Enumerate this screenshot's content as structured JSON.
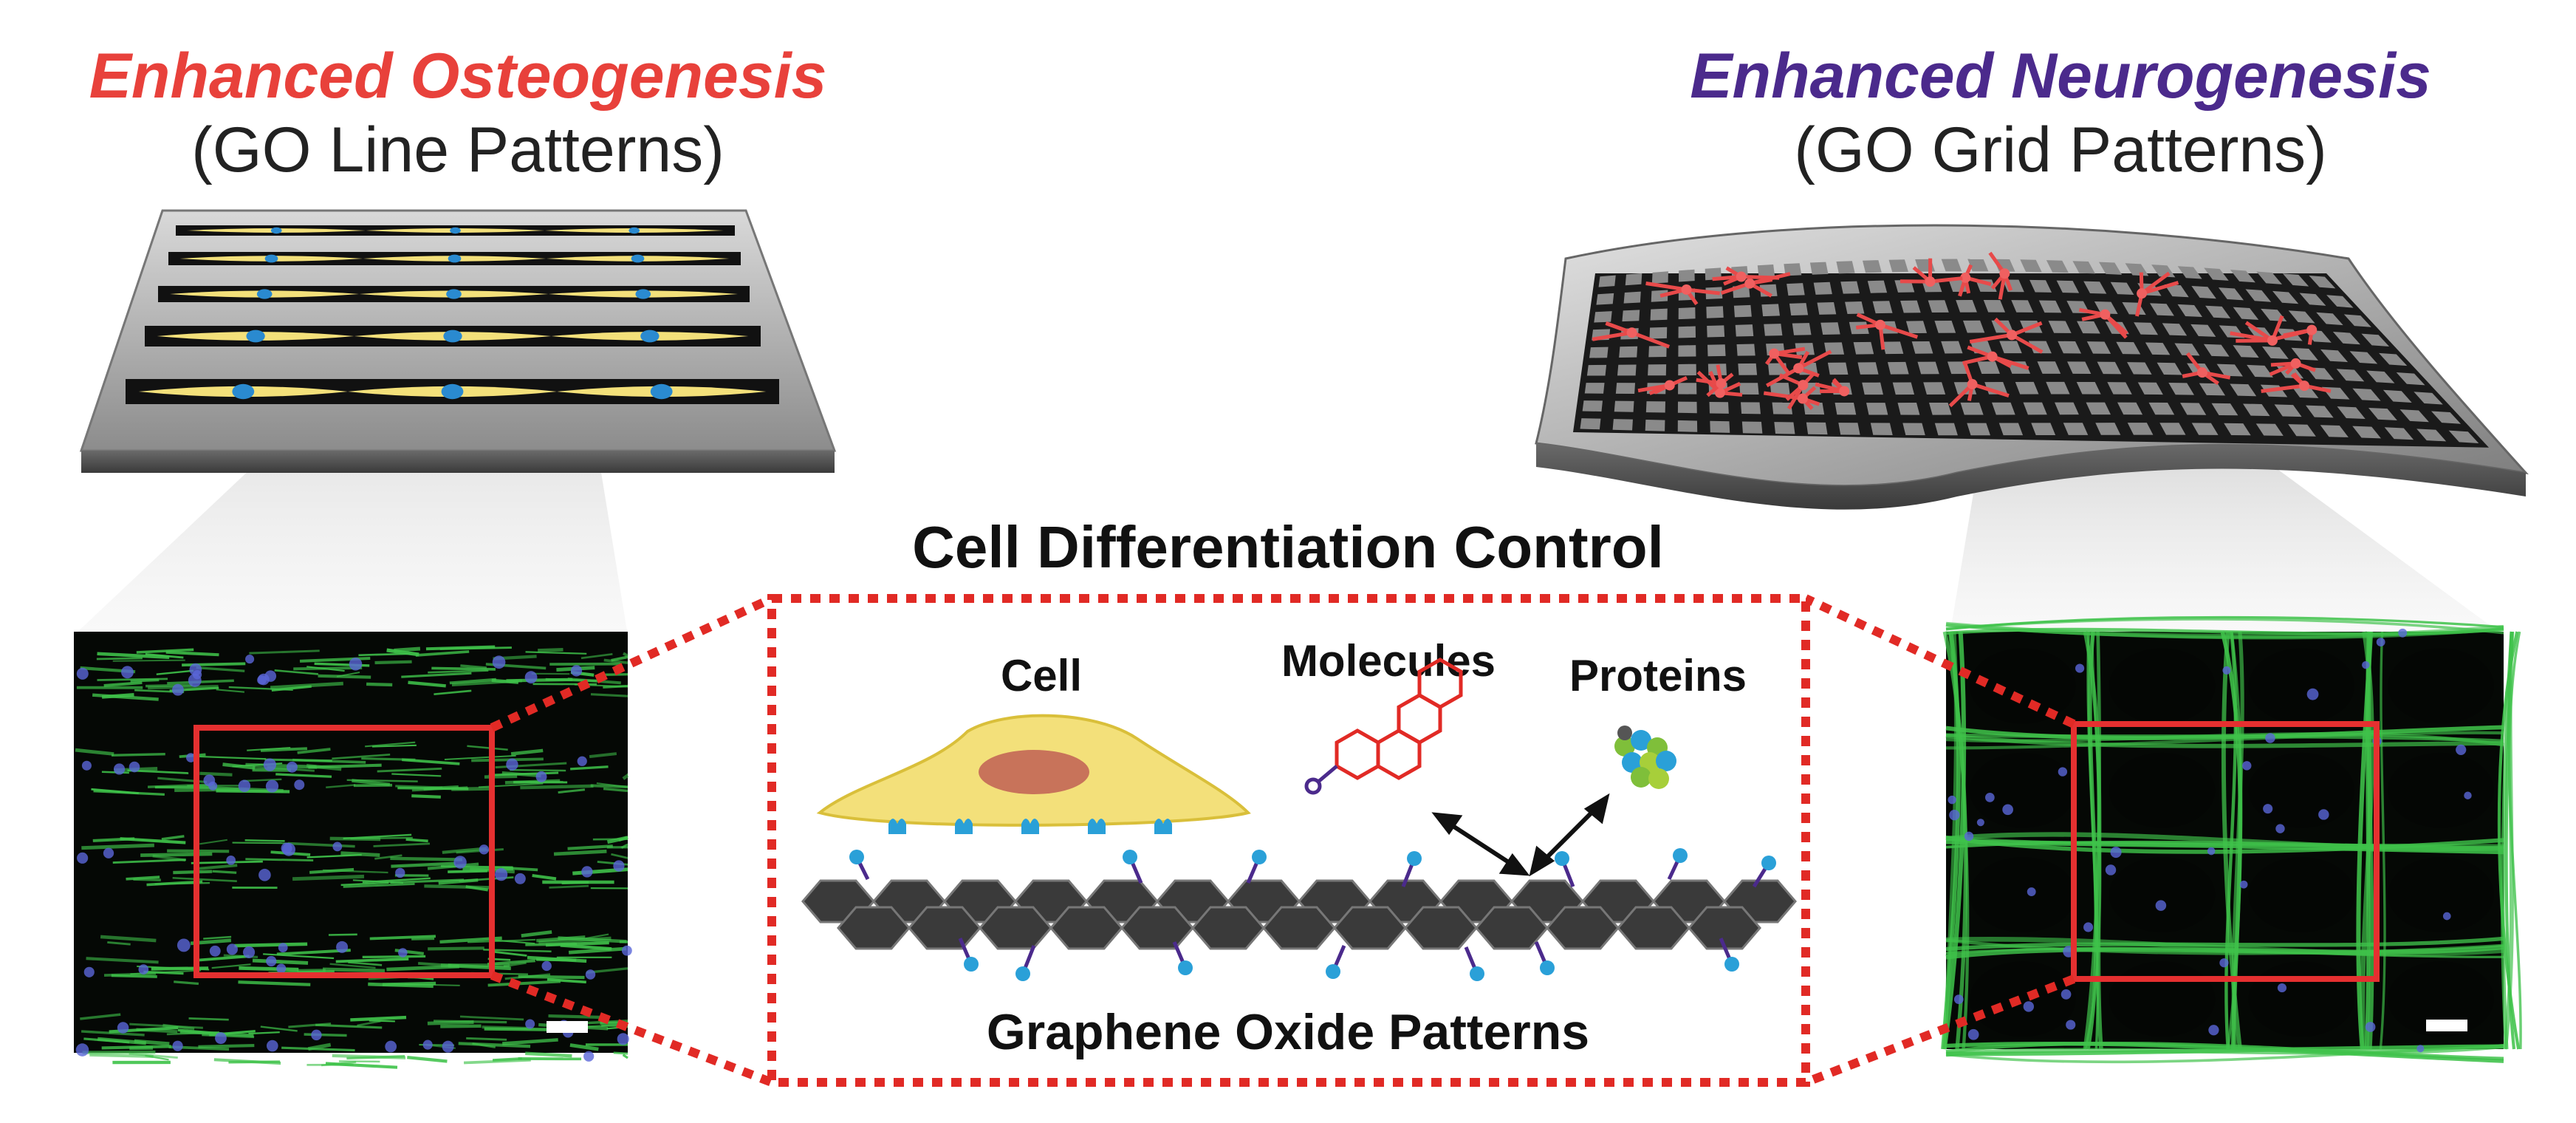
{
  "left": {
    "title": "Enhanced Osteogenesis",
    "subtitle": "(GO Line Patterns)"
  },
  "right": {
    "title": "Enhanced Neurogenesis",
    "subtitle": "(GO Grid Patterns)"
  },
  "center": {
    "heading": "Cell Differentiation Control",
    "label_cell": "Cell",
    "label_molecules": "Molecules",
    "label_proteins": "Proteins",
    "label_graphene": "Graphene Oxide Patterns"
  },
  "colors": {
    "osteo_title": "#e8413b",
    "neuro_title": "#4b2a8c",
    "dotted_box": "#e12a25",
    "cell_body": "#f3e07a",
    "nucleus": "#c8735a",
    "graphene": "#3a3a3a",
    "fluor_green": "#3fc24a",
    "highlight_box": "#e53030"
  }
}
